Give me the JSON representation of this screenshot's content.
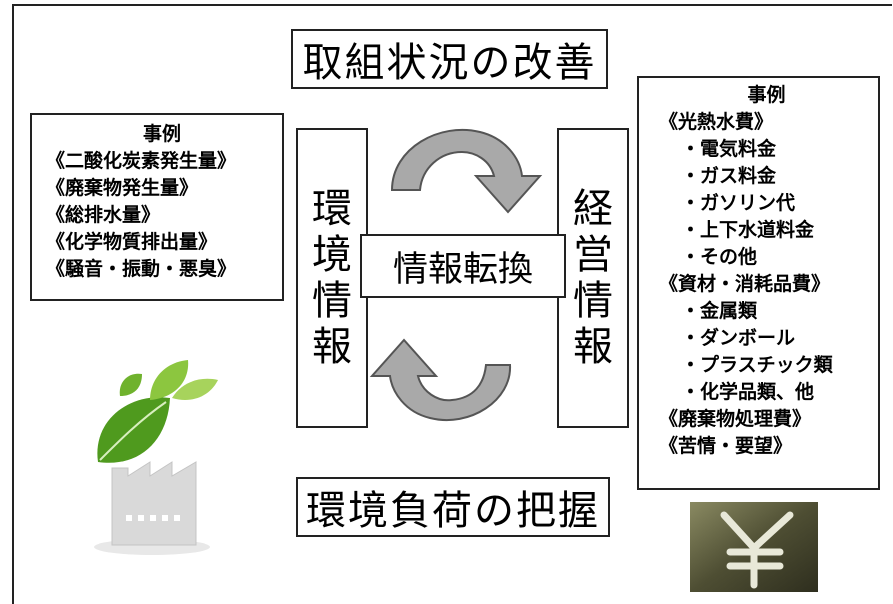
{
  "top_title": "取組状況の改善",
  "bottom_title": "環境負荷の把握",
  "center_label": "情報転換",
  "left_vertical": [
    "環",
    "境",
    "情",
    "報"
  ],
  "right_vertical": [
    "経",
    "営",
    "情",
    "報"
  ],
  "left_examples": {
    "heading": "事例",
    "items": [
      "《二酸化炭素発生量》",
      "《廃棄物発生量》",
      "《総排水量》",
      "《化学物質排出量》",
      "《騒音・振動・悪臭》"
    ]
  },
  "right_examples": {
    "heading": "事例",
    "items": [
      {
        "text": "《光熱水費》",
        "indent": false
      },
      {
        "text": "・電気料金",
        "indent": true
      },
      {
        "text": "・ガス料金",
        "indent": true
      },
      {
        "text": "・ガソリン代",
        "indent": true
      },
      {
        "text": "・上下水道料金",
        "indent": true
      },
      {
        "text": "・その他",
        "indent": true
      },
      {
        "text": "《資材・消耗品費》",
        "indent": false
      },
      {
        "text": "・金属類",
        "indent": true
      },
      {
        "text": "・ダンボール",
        "indent": true
      },
      {
        "text": "・プラスチック類",
        "indent": true
      },
      {
        "text": "・化学品類、他",
        "indent": true
      },
      {
        "text": "《廃棄物処理費》",
        "indent": false
      },
      {
        "text": "《苦情・要望》",
        "indent": false
      }
    ]
  },
  "colors": {
    "arrow_fill": "#a9a9a9",
    "arrow_stroke": "#555555",
    "leaf_green": "#4f9a1e",
    "leaf_light": "#8cc63f",
    "factory_gray": "#d9d9d9"
  },
  "icons": [
    "leaf-factory-icon",
    "yen-sign-icon"
  ]
}
